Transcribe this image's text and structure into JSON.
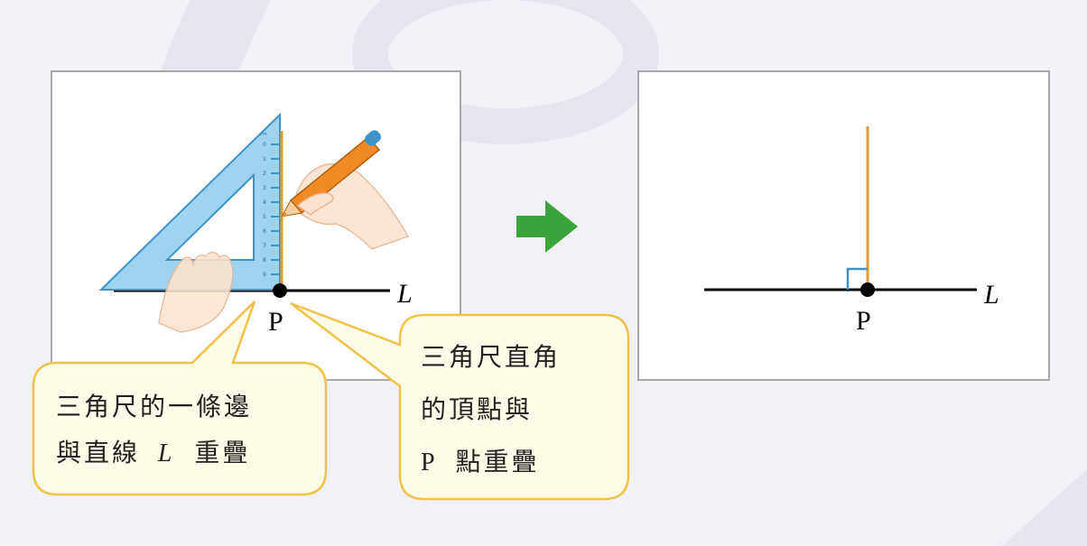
{
  "left_panel": {
    "line_label": "L",
    "point_label": "P",
    "ruler_ticks": [
      "0",
      "1",
      "2",
      "3",
      "4",
      "5",
      "6",
      "7",
      "8",
      "9"
    ],
    "ruler_unit": "cm"
  },
  "arrow": {
    "color": "#3aa43a"
  },
  "right_panel": {
    "line_label": "L",
    "point_label": "P"
  },
  "callout_left": {
    "line1": "三角尺的一條邊",
    "line2_prefix": "與直線",
    "line2_var": "L",
    "line2_suffix": "重疊"
  },
  "callout_right": {
    "line1": "三角尺直角",
    "line2": "的頂點與",
    "line3_var": "P",
    "line3_suffix": "點重疊"
  },
  "colors": {
    "set_square": "#9fd3f0",
    "set_square_edge": "#3f93c9",
    "perpendicular": "#e99a1f",
    "callout_fill": "#fffbe9",
    "callout_border": "#f1c24a"
  }
}
